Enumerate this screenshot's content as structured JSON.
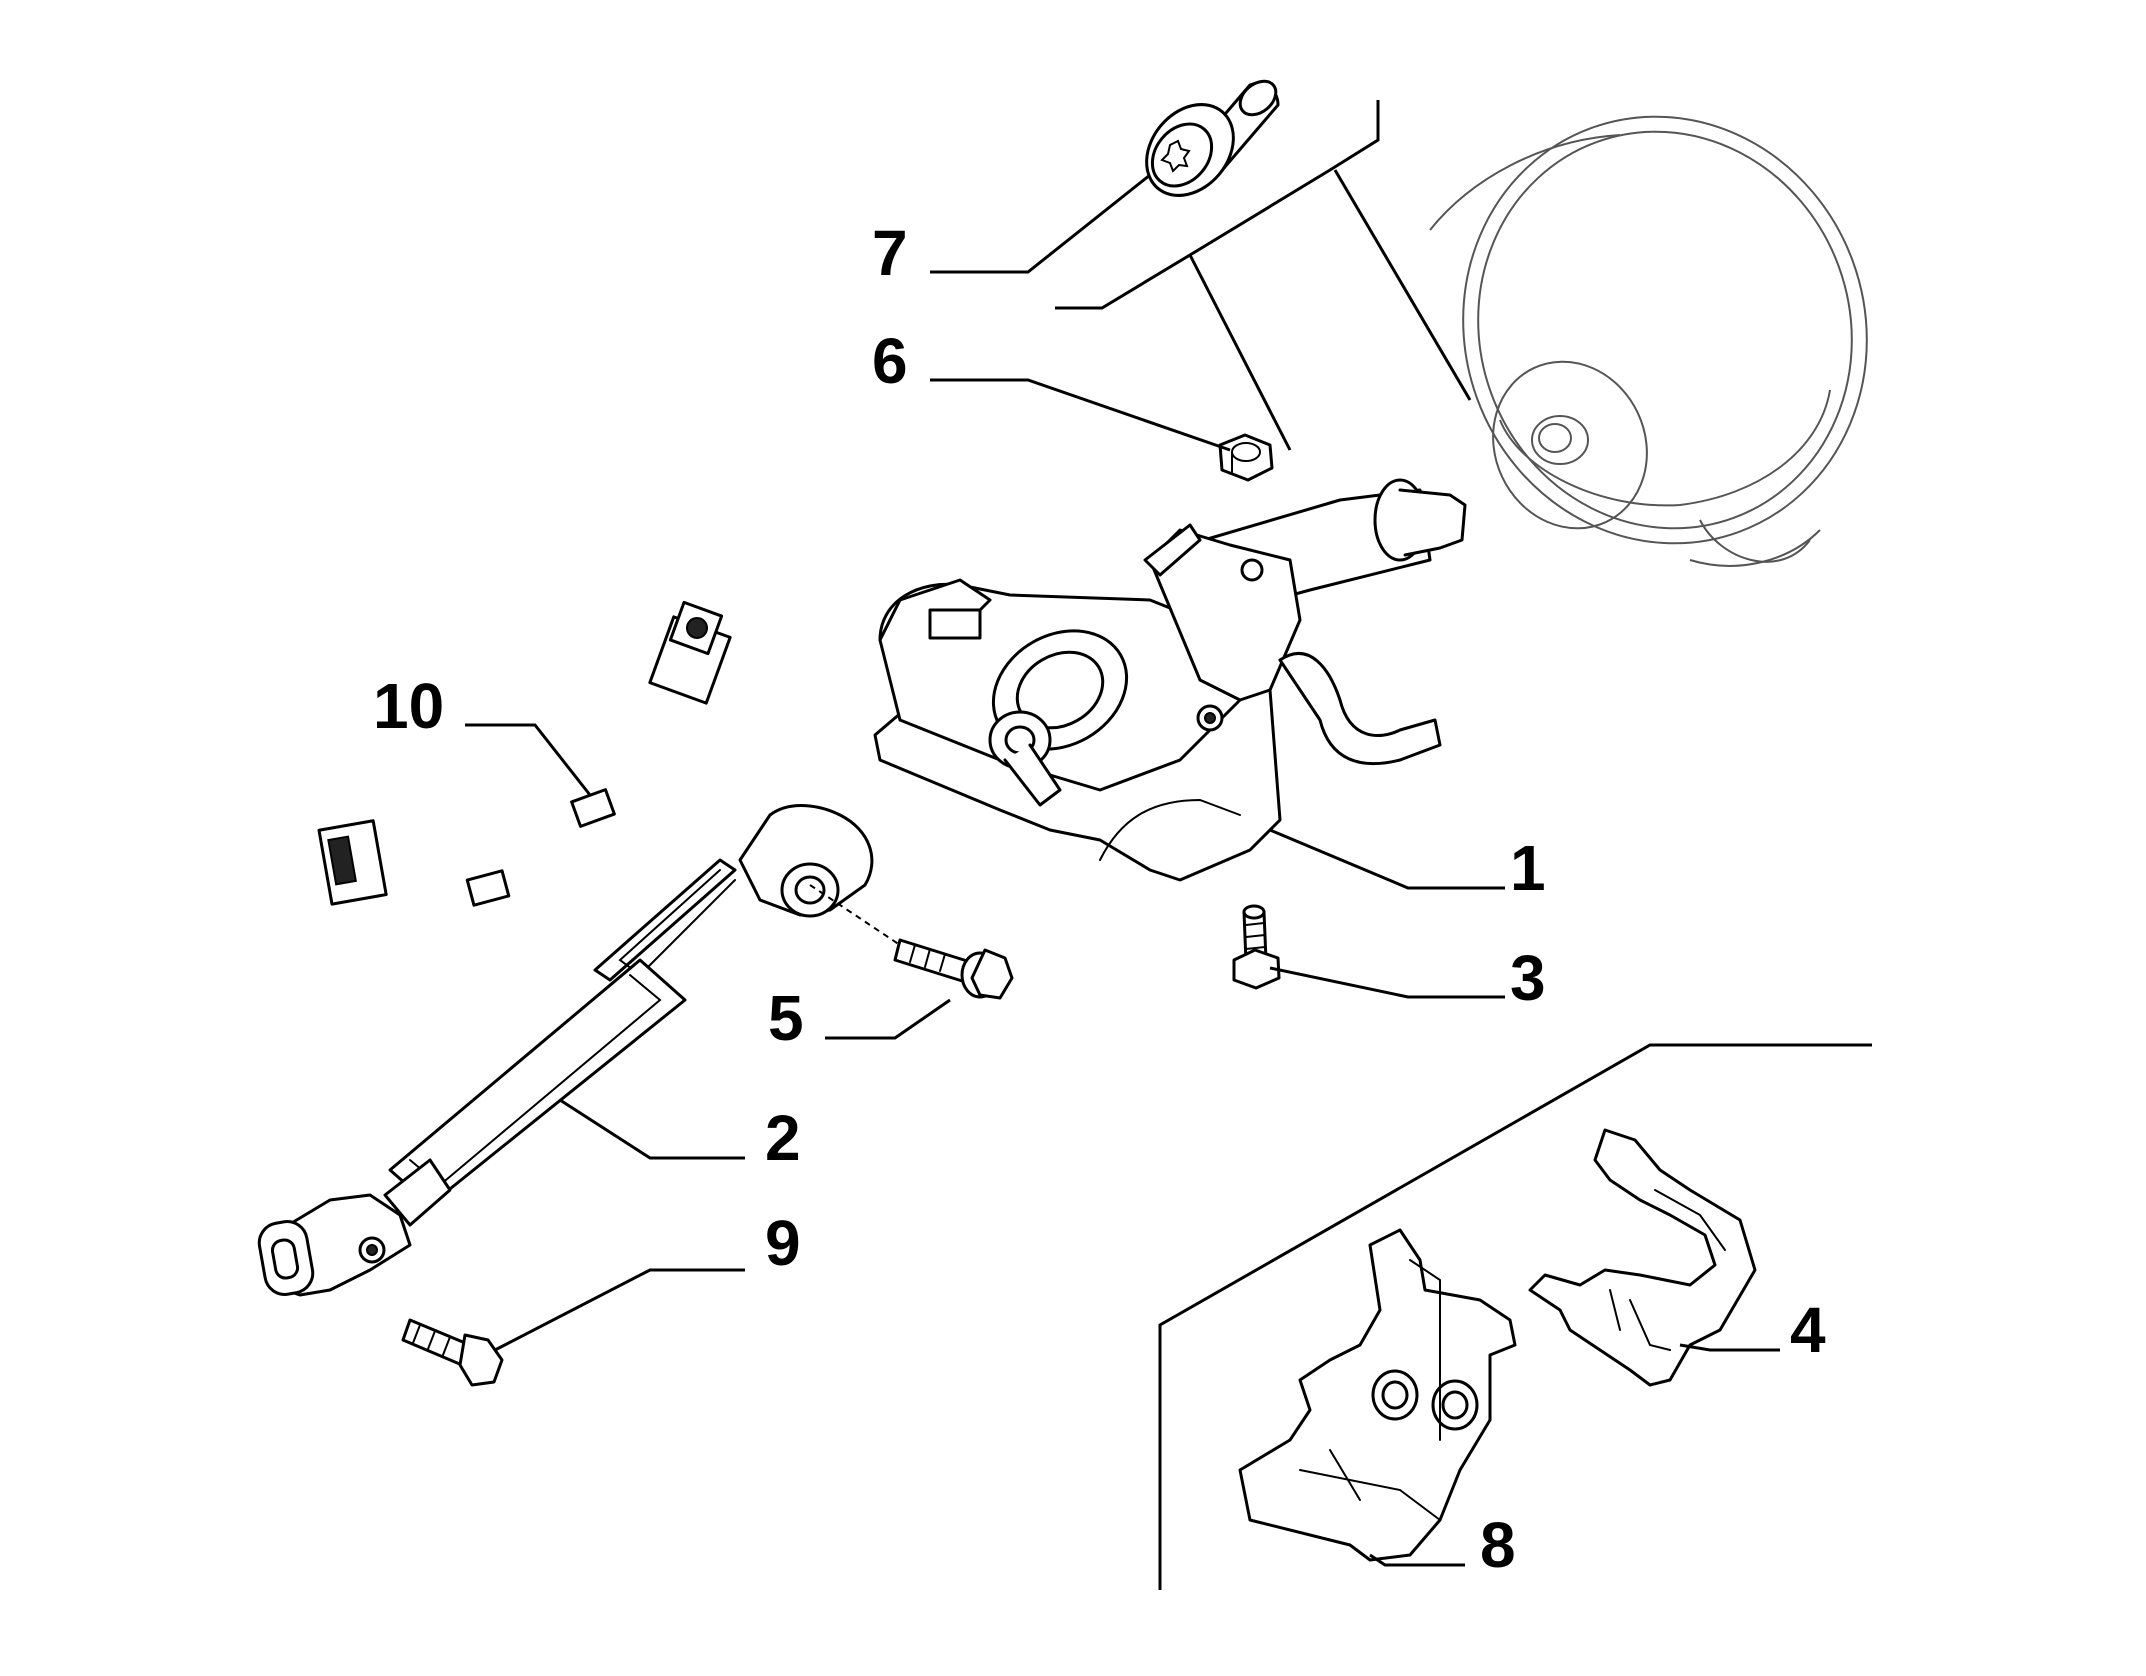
{
  "diagram": {
    "callouts": [
      {
        "id": "7",
        "label": "7"
      },
      {
        "id": "6",
        "label": "6"
      },
      {
        "id": "10",
        "label": "10"
      },
      {
        "id": "1",
        "label": "1"
      },
      {
        "id": "3",
        "label": "3"
      },
      {
        "id": "5",
        "label": "5"
      },
      {
        "id": "2",
        "label": "2"
      },
      {
        "id": "9",
        "label": "9"
      },
      {
        "id": "4",
        "label": "4"
      },
      {
        "id": "8",
        "label": "8"
      }
    ]
  }
}
